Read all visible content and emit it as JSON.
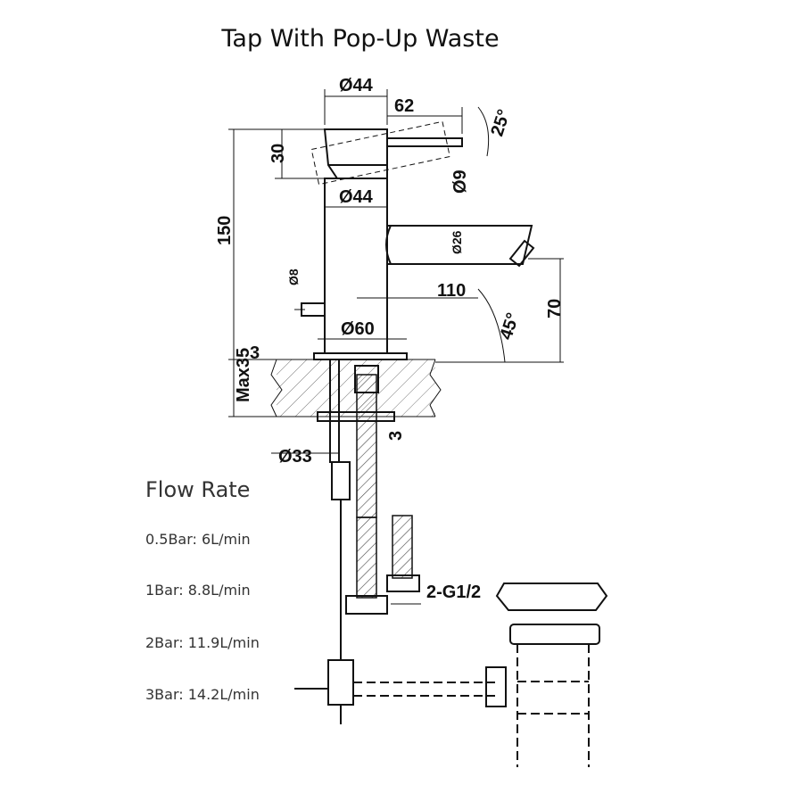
{
  "title": "Tap With Pop-Up Waste",
  "dimensions": {
    "handle_diameter": "Ø44",
    "lever_length": "62",
    "lever_angle": "25°",
    "handle_height": "30",
    "lever_rod_diameter": "Ø9",
    "body_diameter": "Ø44",
    "total_height": "150",
    "spout_diameter": "Ø26",
    "popup_rod_diameter": "Ø8",
    "spout_reach": "110",
    "spout_height": "70",
    "spout_angle": "45°",
    "base_diameter": "Ø60",
    "base_thickness": "3",
    "max_deck_thickness": "Max35",
    "washer_thickness": "3",
    "shank_diameter": "Ø33",
    "connection": "2-G1/2"
  },
  "flow_rate": {
    "heading": "Flow Rate",
    "rows": [
      "0.5Bar: 6L/min",
      "1Bar: 8.8L/min",
      "2Bar: 11.9L/min",
      "3Bar: 14.2L/min"
    ]
  }
}
